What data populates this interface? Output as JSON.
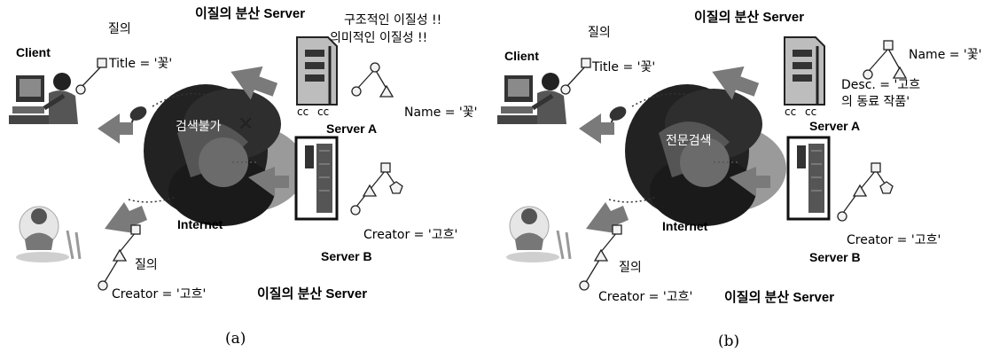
{
  "panel_a": {
    "title_top": "이질의 분산 Server",
    "title_bottom": "이질의 분산 Server",
    "heterogeneity_1": "구조적인 이질성 !!",
    "heterogeneity_2": "의미적인 이질성 !!",
    "query_top": "질의",
    "query_bottom": "질의",
    "client": "Client",
    "client_query": "Title = '꽃'",
    "internet": "Internet",
    "server_a": "Server A",
    "server_a_field": "Name = '꽃'",
    "server_b": "Server B",
    "server_b_field": "Creator = '고흐'",
    "user_query": "Creator = '고흐'",
    "center_text": "검색불가",
    "caption": "(a)"
  },
  "panel_b": {
    "title_top": "이질의 분산 Server",
    "title_bottom": "이질의 분산 Server",
    "query_top": "질의",
    "query_bottom": "질의",
    "client": "Client",
    "client_query": "Title = '꽃'",
    "internet": "Internet",
    "server_a": "Server A",
    "server_a_field_1": "Name = '꽃'",
    "server_a_field_2": "Desc. = '고흐",
    "server_a_field_3": "의 동료 작품'",
    "server_b": "Server B",
    "server_b_field": "Creator = '고흐'",
    "user_query": "Creator = '고흐'",
    "center_text": "전문검색",
    "caption": "(b)"
  }
}
